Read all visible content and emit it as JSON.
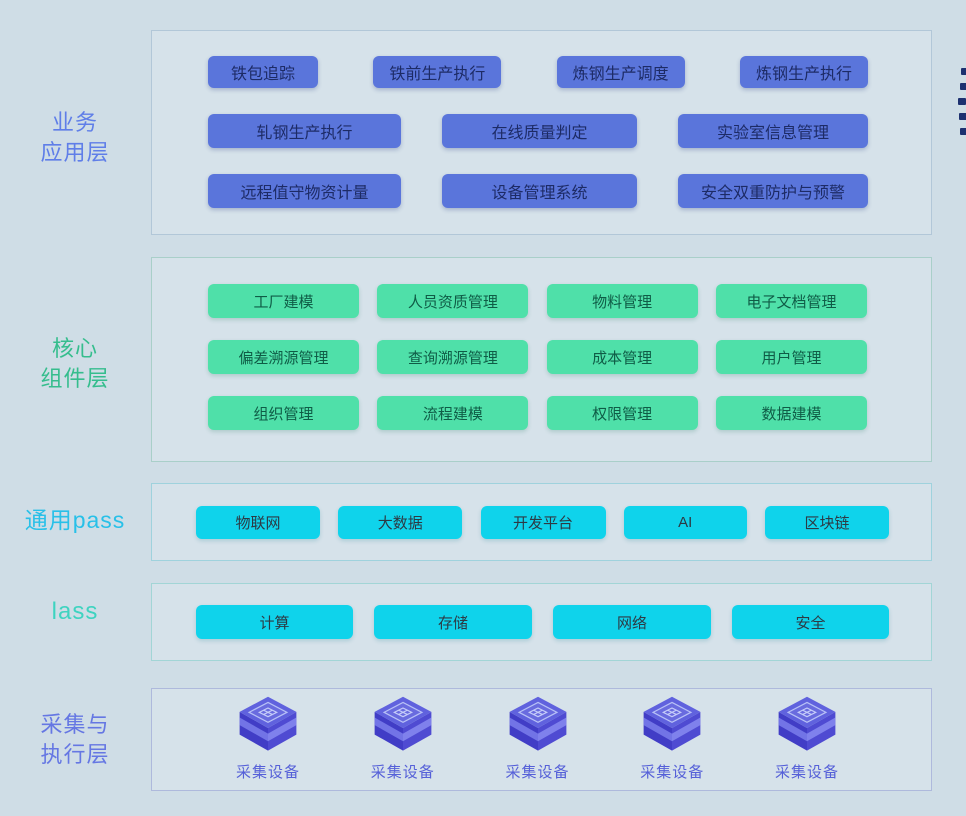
{
  "page": {
    "background": "#cfdde6"
  },
  "decor": {
    "edge_squares_count": 5,
    "edge_square_color": "#1d3070"
  },
  "layers": {
    "business": {
      "label": [
        "业务",
        "应用层"
      ],
      "label_color": "#5f7ee8",
      "button_color": "#5a75db",
      "rows": [
        [
          "铁包追踪",
          "铁前生产执行",
          "炼钢生产调度",
          "炼钢生产执行"
        ],
        [
          "轧钢生产执行",
          "在线质量判定",
          "实验室信息管理"
        ],
        [
          "远程值守物资计量",
          "设备管理系统",
          "安全双重防护与预警"
        ]
      ]
    },
    "core": {
      "label": [
        "核心",
        "组件层"
      ],
      "label_color": "#35bd8d",
      "button_color": "#4fe0a9",
      "rows": [
        [
          "工厂建模",
          "人员资质管理",
          "物料管理",
          "电子文档管理"
        ],
        [
          "偏差溯源管理",
          "查询溯源管理",
          "成本管理",
          "用户管理"
        ],
        [
          "组织管理",
          "流程建模",
          "权限管理",
          "数据建模"
        ]
      ]
    },
    "paas": {
      "label": "通用pass",
      "label_color": "#28c0e8",
      "button_color": "#0fd3eb",
      "buttons": [
        "物联网",
        "大数据",
        "开发平台",
        "AI",
        "区块链"
      ]
    },
    "iaas": {
      "label": "lass",
      "label_color": "#3ed3c0",
      "button_color": "#0fd3eb",
      "buttons": [
        "计算",
        "存储",
        "网络",
        "安全"
      ]
    },
    "device": {
      "label": [
        "采集与",
        "执行层"
      ],
      "label_color": "#6577e3",
      "icon": "iso-cube-chip-icon",
      "items": [
        "采集设备",
        "采集设备",
        "采集设备",
        "采集设备",
        "采集设备"
      ]
    }
  }
}
